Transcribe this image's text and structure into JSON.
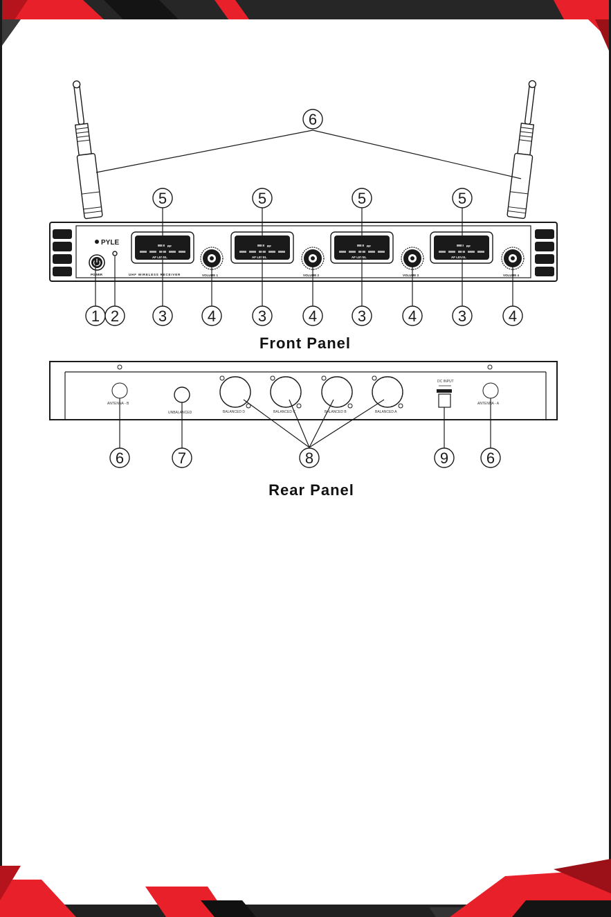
{
  "front_panel": {
    "title": "Front Panel",
    "brand": "PYLE",
    "power_label": "POWER",
    "receiver_label": "UHF WIRELESS RECEIVER",
    "rf_label": "RF",
    "af_label": "AF LEVEL",
    "volume_labels": [
      "VOLUME 1",
      "VOLUME 2",
      "VOLUME 3",
      "VOLUME 4"
    ]
  },
  "rear_panel": {
    "title": "Rear Panel",
    "antenna_b": "ANTENNA - B",
    "antenna_a": "ANTENNA - A",
    "unbalanced": "UNBALANCED",
    "balanced_labels": [
      "BALANCED D",
      "BALANCED C",
      "BALANCED B",
      "BALANCED A"
    ],
    "dc_input": "DC INPUT"
  },
  "callouts": {
    "n1": "1",
    "n2": "2",
    "n3": "3",
    "n4": "4",
    "n5": "5",
    "n6": "6",
    "n7": "7",
    "n8": "8",
    "n9": "9"
  },
  "colors": {
    "accent_red": "#e8202a",
    "frame_dark": "#1a1a1a",
    "line": "#1a1a1a"
  }
}
